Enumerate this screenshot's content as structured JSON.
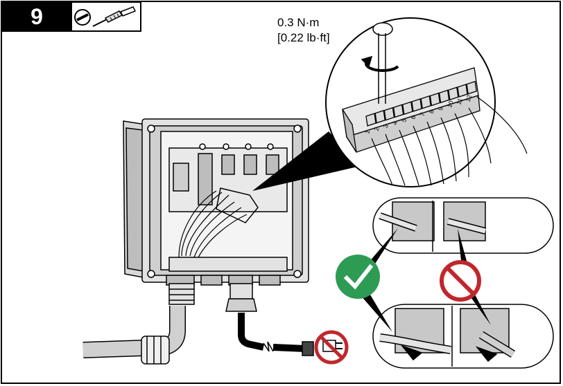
{
  "step": {
    "number": "9"
  },
  "tool": {
    "icon": "screwdriver-icon"
  },
  "torque": {
    "nm": "0.3 N·m",
    "lbft": "[0.22 lb·ft]"
  },
  "terminal_numbers": [
    "1",
    "2",
    "3",
    "4",
    "5",
    "6",
    "7",
    "8",
    "9",
    "10",
    "11",
    "12"
  ],
  "indicators": {
    "correct": {
      "icon": "checkmark-icon",
      "color": "#2e9b55"
    },
    "incorrect": {
      "icon": "prohibited-icon",
      "color": "#c0272d"
    }
  },
  "colors": {
    "line": "#000000",
    "fill_light": "#e6e6e6",
    "fill_mid": "#c8c8c8",
    "fill_dark": "#8a8a8a"
  }
}
